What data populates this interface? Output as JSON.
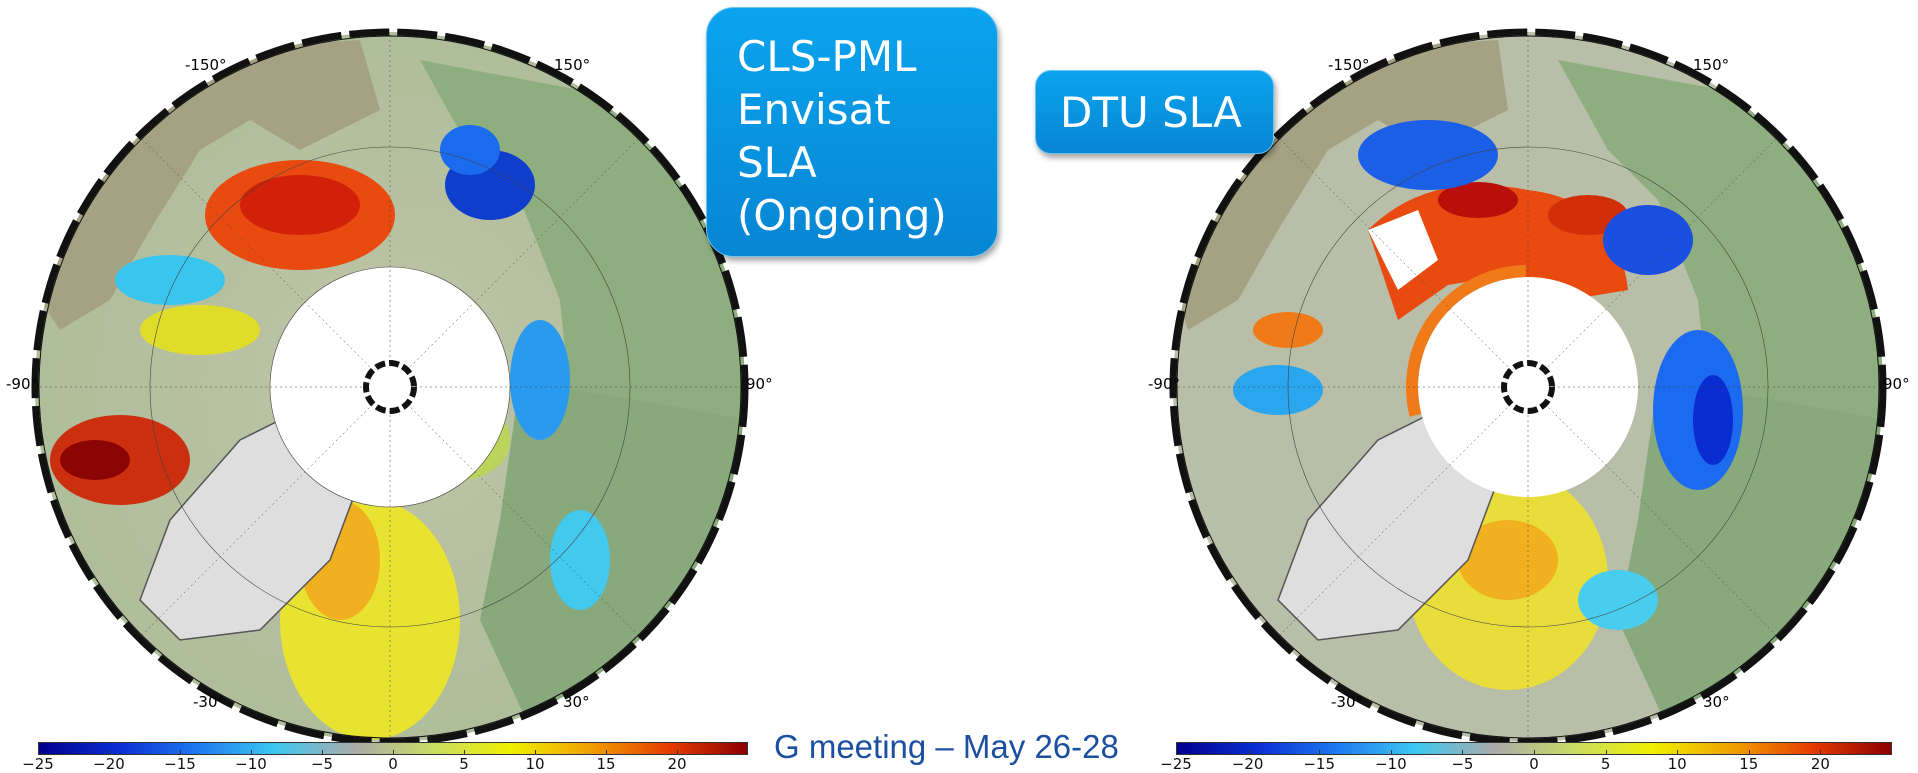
{
  "callouts": {
    "left_lines": [
      "CLS-PML",
      "Envisat",
      "SLA",
      "(Ongoing)"
    ],
    "right": "DTU SLA"
  },
  "footer": {
    "text": "G meeting – May 26-28"
  },
  "maps": {
    "left": {
      "labels": {
        "top_left": "-150°",
        "top_right": "150°",
        "left": "-90°",
        "right": "90°",
        "bottom_left": "-30°",
        "bottom_right": "30°"
      }
    },
    "right": {
      "labels": {
        "top_left": "-150°",
        "top_right": "150°",
        "left": "-90°",
        "right": "90°",
        "bottom_left": "-30°",
        "bottom_right": "30°"
      }
    }
  },
  "colorbar": {
    "ticks": [
      "−25",
      "−20",
      "−15",
      "−10",
      "−5",
      "0",
      "5",
      "10",
      "15",
      "20"
    ],
    "colors": [
      "#00008c",
      "#0a2dd2",
      "#1e78f0",
      "#3cc8f0",
      "#aaaaaa",
      "#c8dc64",
      "#f0f000",
      "#f0a000",
      "#e63c00",
      "#8c0000"
    ]
  }
}
